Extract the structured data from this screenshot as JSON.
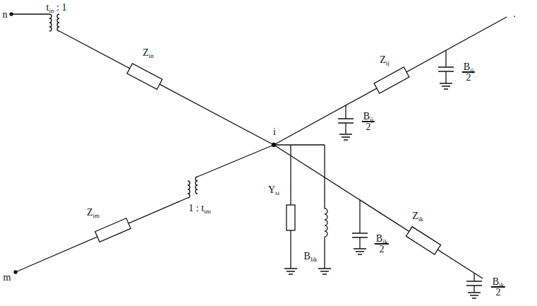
{
  "diagram": {
    "labels": [
      "n",
      "tin : 1",
      "Zin",
      "Zij",
      "Bij 2",
      ".",
      "i",
      "Bij 2",
      "Ysi",
      "1 : tim",
      "Zim",
      "Zik",
      "Bik 2",
      "Blik",
      "m",
      "Bik 2"
    ]
  }
}
